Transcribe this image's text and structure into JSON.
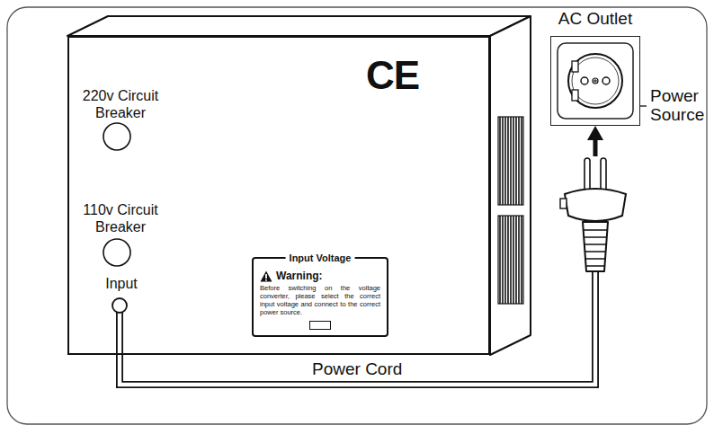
{
  "diagram": {
    "nodes": [
      {
        "text": [
          "220v Circuit Breaker",
          "110v Circuit Breaker",
          "Input",
          "CE"
        ]
      },
      {
        "text": [
          "Input Voltage",
          "Warning:",
          "Before switching on the voltage converter, please select the correct input voltage and connect to the correct power source."
        ],
        "in": 0
      },
      {
        "text": [
          "AC Outlet"
        ]
      }
    ],
    "edges": [
      {
        "from": 0,
        "to": 2,
        "label": "Power Cord",
        "arrow": "to"
      }
    ],
    "labels": [
      "Power Source"
    ]
  }
}
